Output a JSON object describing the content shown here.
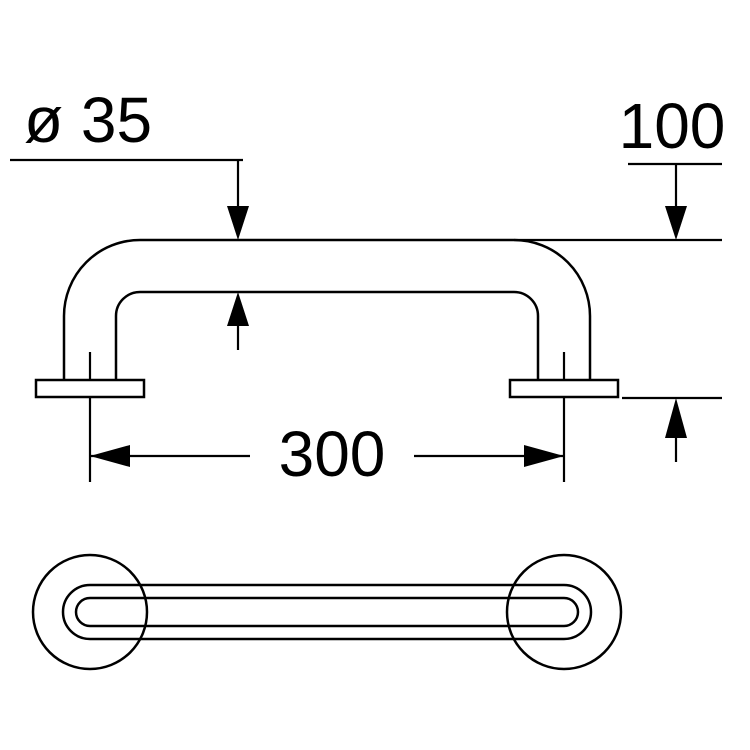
{
  "drawing": {
    "type": "technical-drawing-grab-bar",
    "dimension_diameter_label": "ø 35",
    "dimension_wall_offset_label": "100",
    "dimension_length_label": "300",
    "line_color": "#000000",
    "background_color": "#ffffff"
  }
}
